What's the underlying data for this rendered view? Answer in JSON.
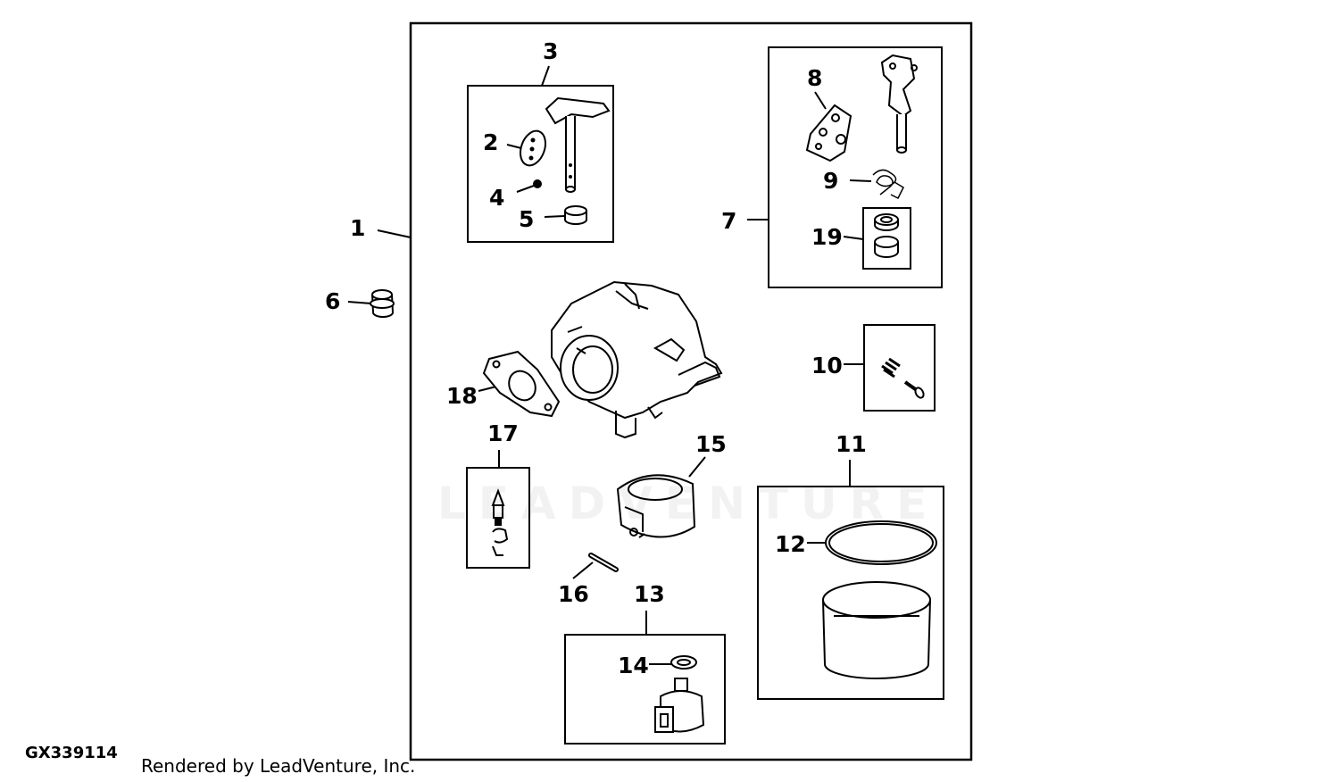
{
  "figure_id": "GX339114",
  "credit": "Rendered by LeadVenture, Inc.",
  "watermark": "LEADVENTURE",
  "callouts": {
    "c1": "1",
    "c2": "2",
    "c3": "3",
    "c4": "4",
    "c5": "5",
    "c6": "6",
    "c7": "7",
    "c8": "8",
    "c9": "9",
    "c10": "10",
    "c11": "11",
    "c12": "12",
    "c13": "13",
    "c14": "14",
    "c15": "15",
    "c16": "16",
    "c17": "17",
    "c18": "18",
    "c19": "19"
  },
  "colors": {
    "line": "#000000",
    "background": "#ffffff"
  }
}
